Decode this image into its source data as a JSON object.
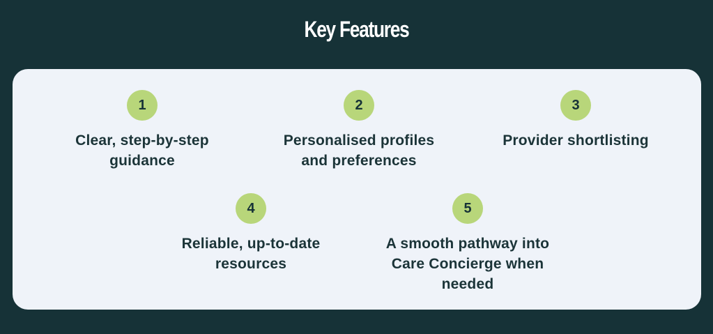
{
  "header": {
    "title": "Key Features"
  },
  "colors": {
    "background": "#163237",
    "card": "#eff3f9",
    "badge": "#b8d67a",
    "text": "#1b3438"
  },
  "features": [
    {
      "number": "1",
      "label_line1": "Clear, step-by-step",
      "label_line2": "guidance",
      "label_line3": ""
    },
    {
      "number": "2",
      "label_line1": "Personalised profiles",
      "label_line2": "and preferences",
      "label_line3": ""
    },
    {
      "number": "3",
      "label_line1": "Provider shortlisting",
      "label_line2": "",
      "label_line3": ""
    },
    {
      "number": "4",
      "label_line1": "Reliable, up-to-date",
      "label_line2": "resources",
      "label_line3": ""
    },
    {
      "number": "5",
      "label_line1": "A smooth pathway into",
      "label_line2": "Care Concierge when",
      "label_line3": "needed"
    }
  ]
}
